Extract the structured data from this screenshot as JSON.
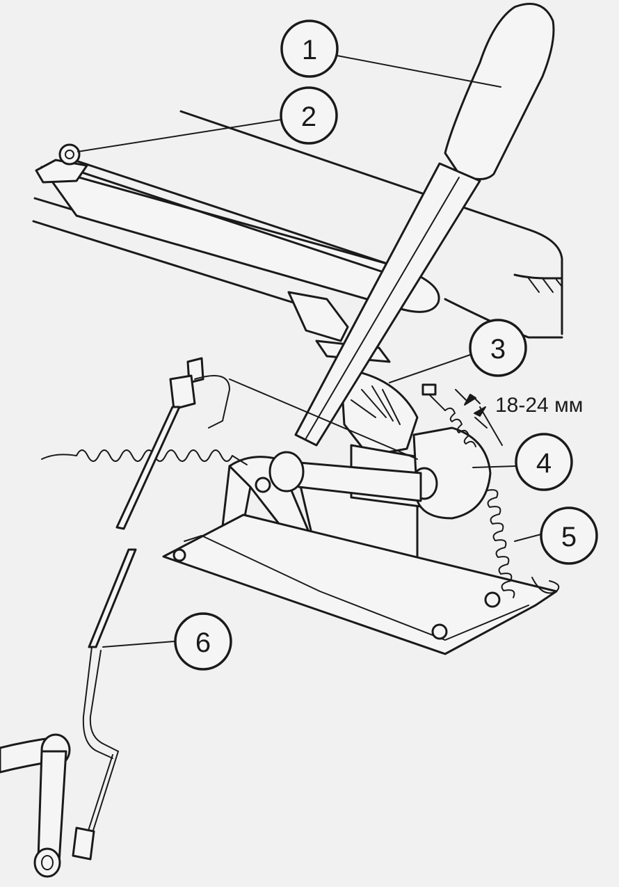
{
  "callouts": [
    {
      "id": "1",
      "label": "1"
    },
    {
      "id": "2",
      "label": "2"
    },
    {
      "id": "3",
      "label": "3"
    },
    {
      "id": "4",
      "label": "4"
    },
    {
      "id": "5",
      "label": "5"
    },
    {
      "id": "6",
      "label": "6"
    }
  ],
  "dimension": {
    "label": "18-24 мм"
  },
  "colors": {
    "line": "#1a1a1a",
    "background": "#f1f1f1"
  }
}
